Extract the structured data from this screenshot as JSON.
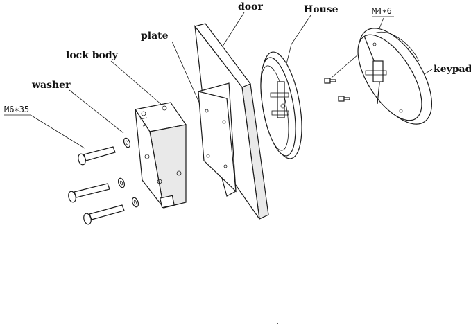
{
  "labels": {
    "door": "door",
    "house": "House",
    "m4x6": "M4∗6",
    "plate": "plate",
    "keypad": "keypad",
    "lock_body": "lock body",
    "washer": "washer",
    "m6x35": "M6∗35"
  },
  "colors": {
    "line": "#1a1a1a",
    "background": "#ffffff"
  }
}
